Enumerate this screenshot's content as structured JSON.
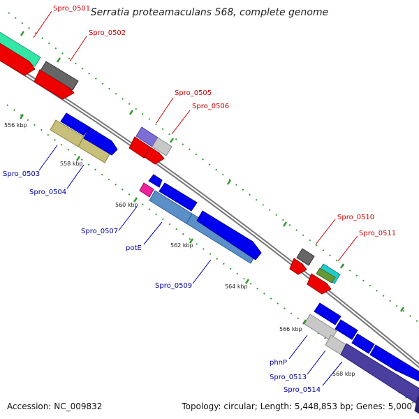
{
  "title": "Serratia proteamaculans 568, complete genome",
  "footer": {
    "accession": "Accession: NC_009832",
    "topology": "Topology: circular; Length: 5,448,853 bp; Genes: 5,000"
  },
  "colors": {
    "forward_label": "#cc0000",
    "reverse_label": "#0000aa",
    "backbone": "#888888",
    "tick": "#339933"
  },
  "tick_labels": [
    "556 kbp",
    "558 kbp",
    "560 kbp",
    "562 kbp",
    "564 kbp",
    "566 kbp",
    "568 kbp"
  ],
  "gene_labels": {
    "g0501": "Spro_0501",
    "g0502": "Spro_0502",
    "g0503": "Spro_0503",
    "g0504": "Spro_0504",
    "g0505": "Spro_0505",
    "g0506": "Spro_0506",
    "g0507": "Spro_0507",
    "potE": "potE",
    "g0509": "Spro_0509",
    "g0510": "Spro_0510",
    "g0511": "Spro_0511",
    "phnP": "phnP",
    "g0513": "Spro_0513",
    "g0514": "Spro_0514"
  }
}
